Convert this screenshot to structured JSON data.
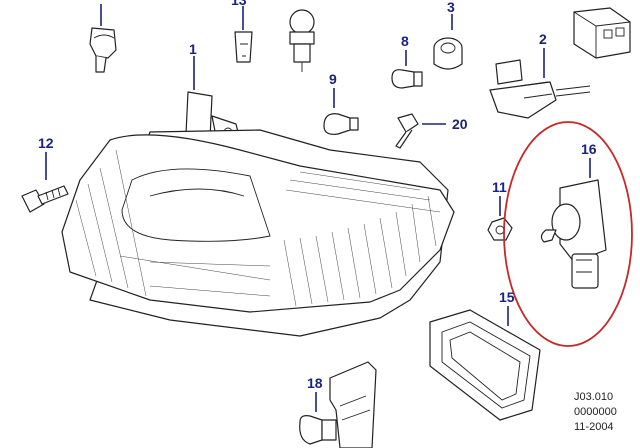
{
  "callouts": {
    "c1": "1",
    "c2": "2",
    "c3": "3",
    "c8": "8",
    "c9": "9",
    "c11": "11",
    "c12": "12",
    "c13": "13",
    "c15": "15",
    "c16": "16",
    "c18": "18",
    "c20": "20"
  },
  "doc_code": {
    "line1": "J03.010",
    "line2": "0000000",
    "line3": "11-2004"
  },
  "colors": {
    "callout": "#1a237e",
    "highlight_ring": "#c62828",
    "line_art": "#222222"
  }
}
